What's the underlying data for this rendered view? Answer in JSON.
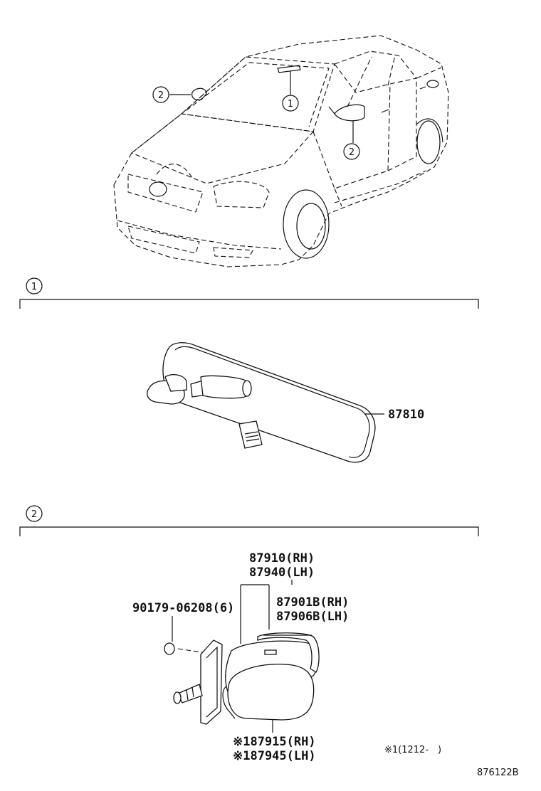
{
  "callouts": {
    "one": "1",
    "two": "2"
  },
  "section_1": {
    "marker": "1",
    "parts": {
      "inner_mirror": "87810"
    }
  },
  "section_2": {
    "marker": "2",
    "parts": {
      "outer_mirror_rh": "87910(RH)",
      "outer_mirror_lh": "87940(LH)",
      "nut": "90179-06208(6)",
      "cover_rh": "87901B(RH)",
      "cover_lh": "87906B(LH)",
      "mirror_sub_rh": "※187915(RH)",
      "mirror_sub_lh": "※187945(LH)"
    },
    "footnote": "※1(1212-　)"
  },
  "diagram_code": "876122B"
}
